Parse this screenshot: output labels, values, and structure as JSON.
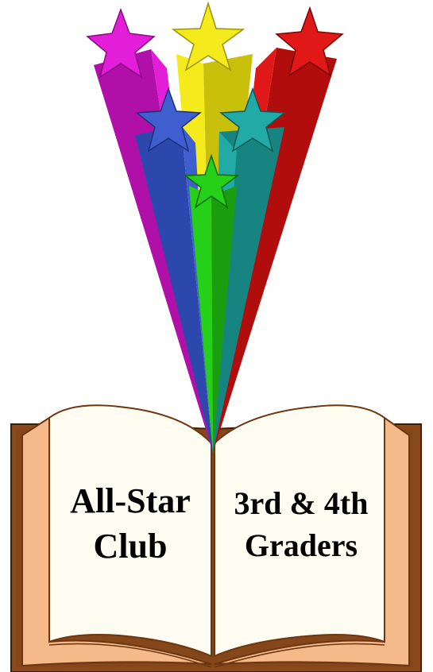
{
  "left_page": {
    "line1": "All-Star",
    "line2": "Club"
  },
  "right_page": {
    "line1": "3rd & 4th",
    "line2": "Graders"
  },
  "colors": {
    "background": "#ffffff",
    "book_cover": "#8b4a1c",
    "book_cover_dark": "#5e2e0c",
    "page_edge": "#f5b98a",
    "page_face": "#fffcf2",
    "star_magenta": "#e21ed8",
    "star_yellow": "#f4ea1c",
    "star_red": "#e11818",
    "star_blue": "#3f5fd0",
    "star_teal": "#22aaa6",
    "star_green": "#26d018"
  },
  "icons": [
    "magenta-shooting-star-icon",
    "yellow-shooting-star-icon",
    "red-shooting-star-icon",
    "blue-shooting-star-icon",
    "teal-shooting-star-icon",
    "green-shooting-star-icon",
    "open-book-icon"
  ]
}
